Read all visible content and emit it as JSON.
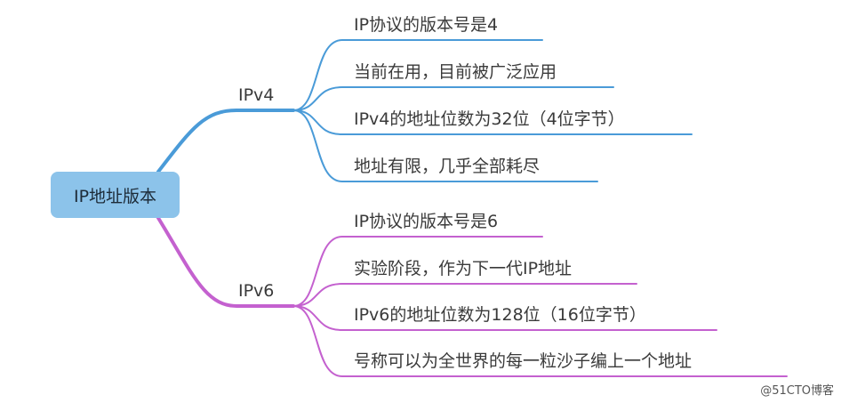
{
  "root": {
    "label": "IP地址版本"
  },
  "branches": [
    {
      "label": "IPv4",
      "color": "#4a9bd8",
      "items": [
        "IP协议的版本号是4",
        "当前在用，目前被广泛应用",
        "IPv4的地址位数为32位（4位字节）",
        "地址有限，几乎全部耗尽"
      ]
    },
    {
      "label": "IPv6",
      "color": "#c461cf",
      "items": [
        "IP协议的版本号是6",
        "实验阶段，作为下一代IP地址",
        "IPv6的地址位数为128位（16位字节）",
        "号称可以为全世界的每一粒沙子编上一个地址"
      ]
    }
  ],
  "watermark": "@51CTO博客"
}
